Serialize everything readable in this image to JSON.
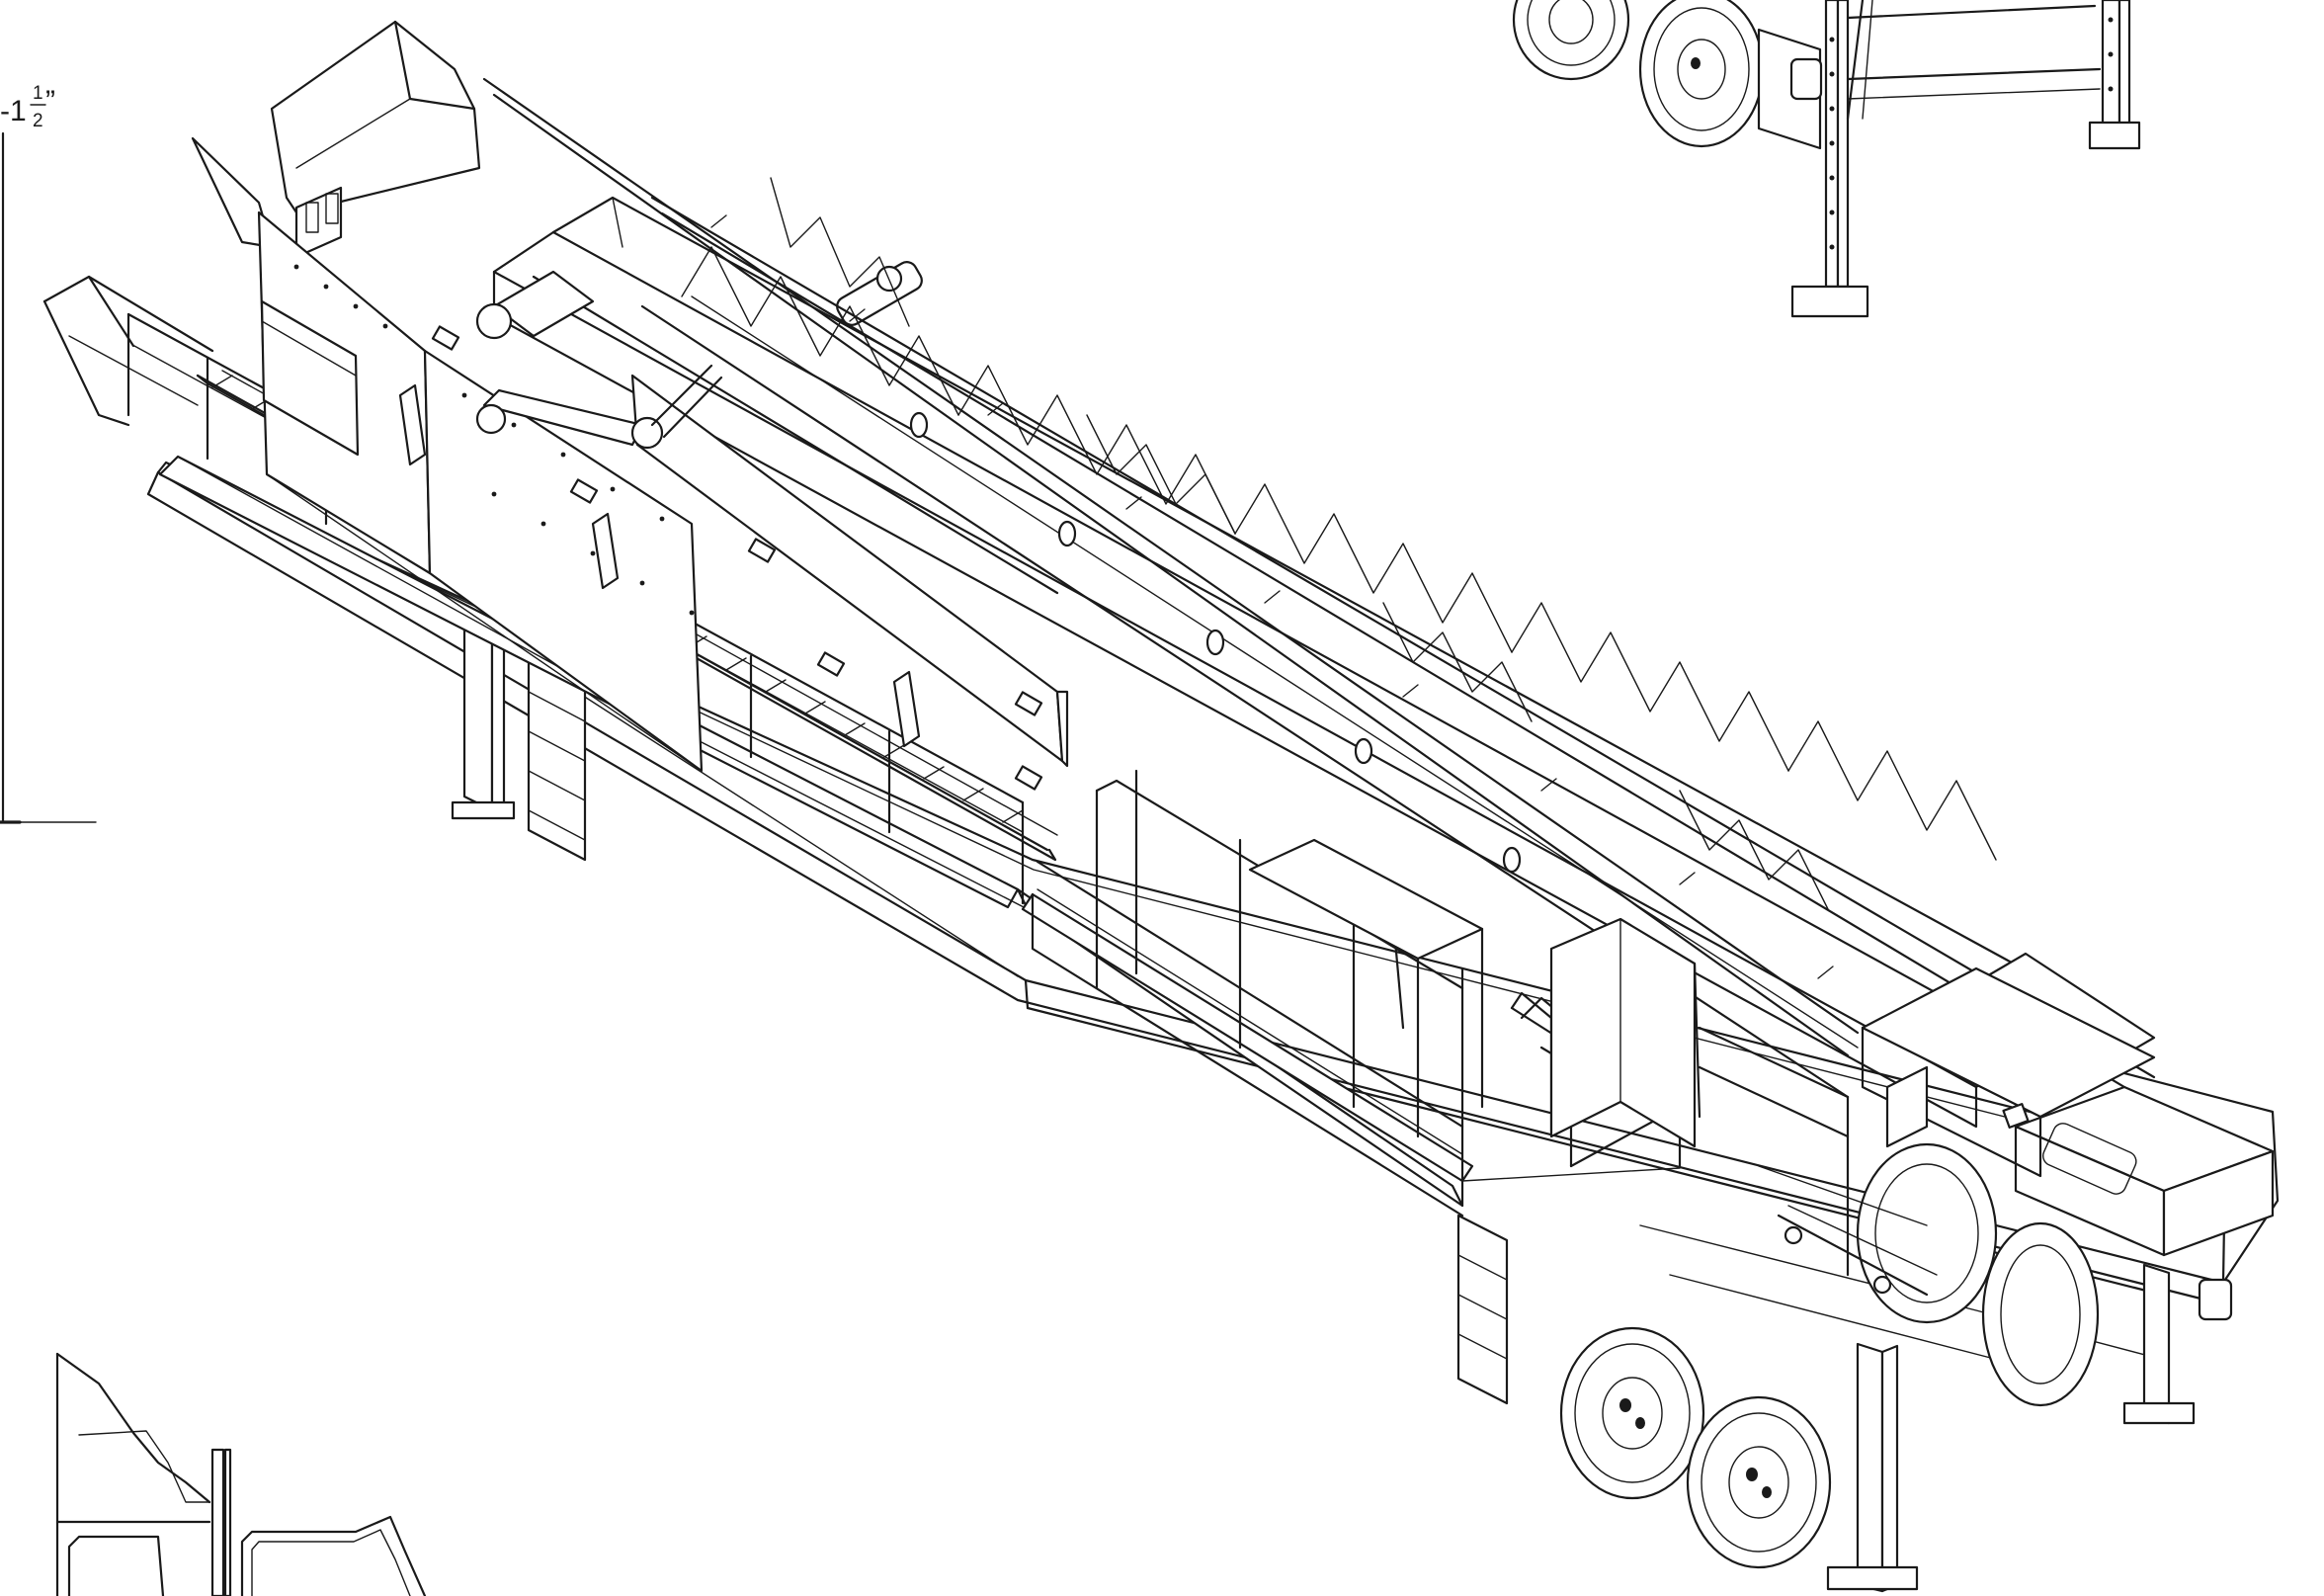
{
  "dimension": {
    "prefix": "-1",
    "numerator": "1",
    "denominator": "2",
    "suffix": "”"
  },
  "colors": {
    "ink": "#1a1a1a",
    "paper": "#ffffff"
  }
}
